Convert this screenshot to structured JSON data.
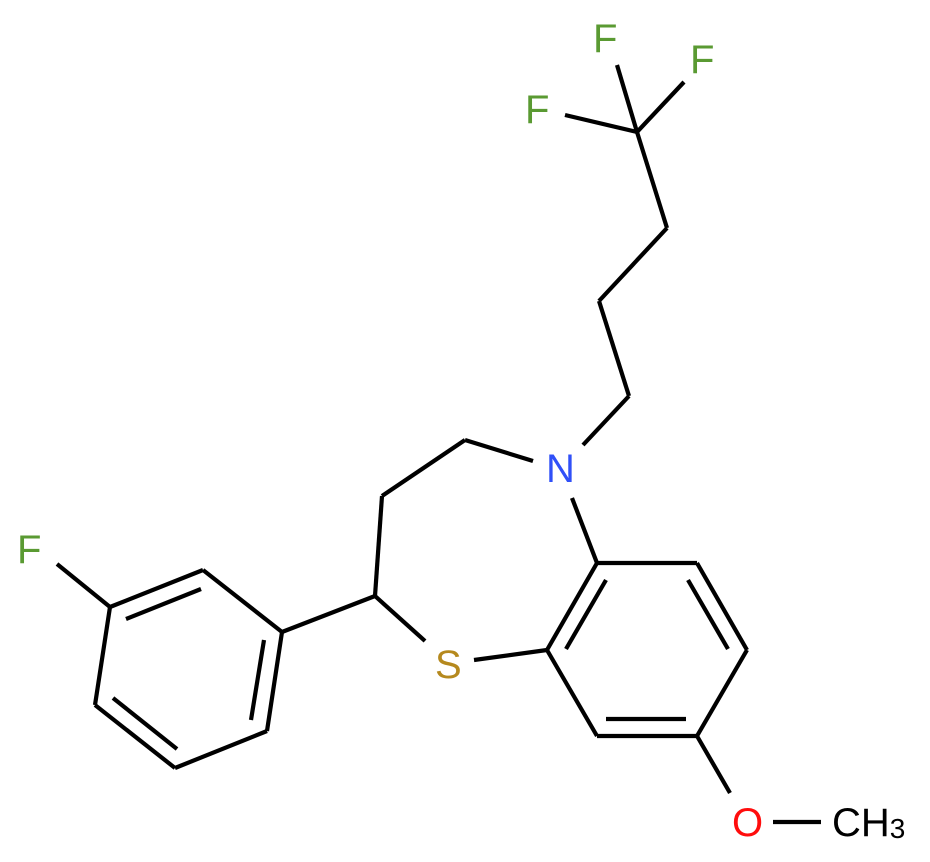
{
  "molecule": {
    "atoms": {
      "F1": {
        "label": "F",
        "color": "#5a9a32"
      },
      "F2": {
        "label": "F",
        "color": "#5a9a32"
      },
      "F3": {
        "label": "F",
        "color": "#5a9a32"
      },
      "F4": {
        "label": "F",
        "color": "#5a9a32"
      },
      "N": {
        "label": "N",
        "color": "#3050f8"
      },
      "S": {
        "label": "S",
        "color": "#b5891e"
      },
      "O": {
        "label": "O",
        "color": "#ff0d0d"
      },
      "CH3": {
        "label": "CH",
        "subscript": "3",
        "color": "#000000"
      }
    },
    "bond_color": "#000000",
    "background": "#ffffff"
  }
}
